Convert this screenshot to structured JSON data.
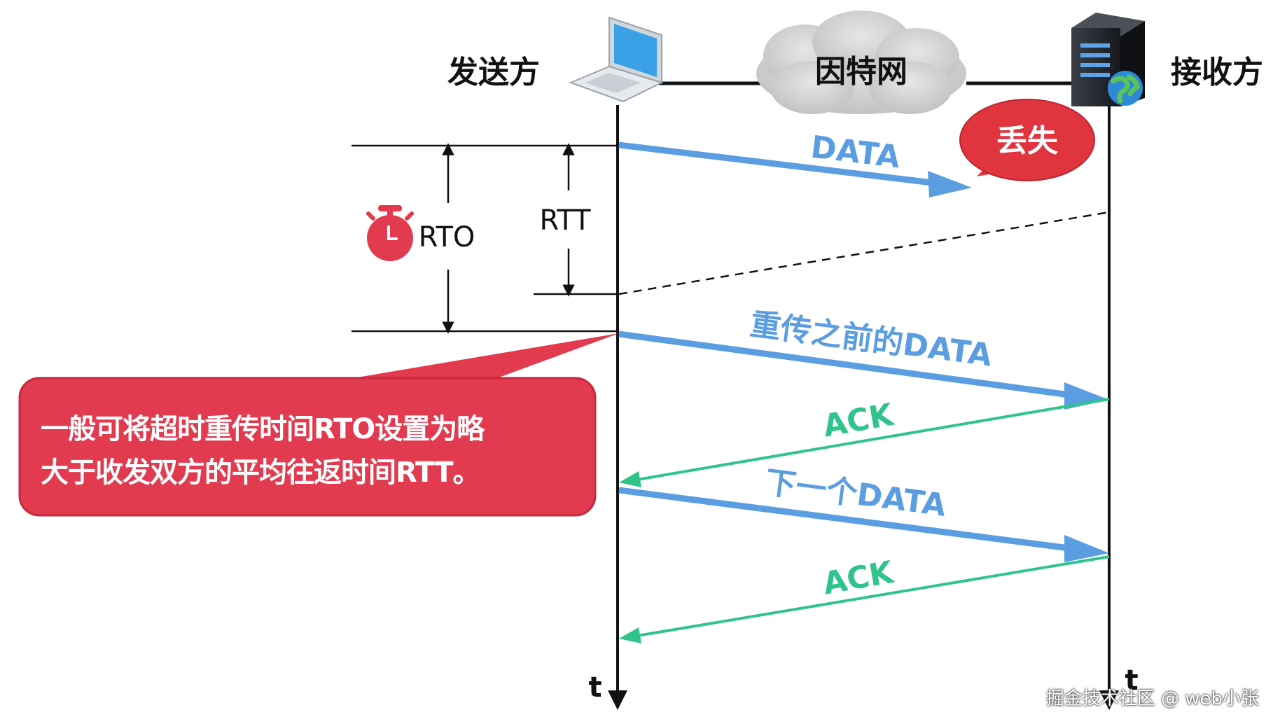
{
  "labels": {
    "sender": "发送方",
    "receiver": "接收方",
    "internet": "因特网",
    "lost": "丢失",
    "rto": "RTO",
    "rtt": "RTT",
    "time_left": "t",
    "time_right": "t"
  },
  "arrows": {
    "data": "DATA",
    "retransmit": "重传之前的DATA",
    "ack1": "ACK",
    "next_data": "下一个DATA",
    "ack2": "ACK"
  },
  "note": {
    "line1": "一般可将超时重传时间RTO设置为略",
    "line2": "大于收发双方的平均往返时间RTT。"
  },
  "watermark": "掘金技术社区 @ web小张",
  "colors": {
    "data_arrow": "#5b9de1",
    "ack_arrow": "#2ec48a",
    "callout": "#e23a4f",
    "lost_bubble": "#e0343f"
  },
  "icons": [
    "laptop-icon",
    "cloud-icon",
    "server-icon",
    "globe-icon",
    "stopwatch-icon"
  ]
}
